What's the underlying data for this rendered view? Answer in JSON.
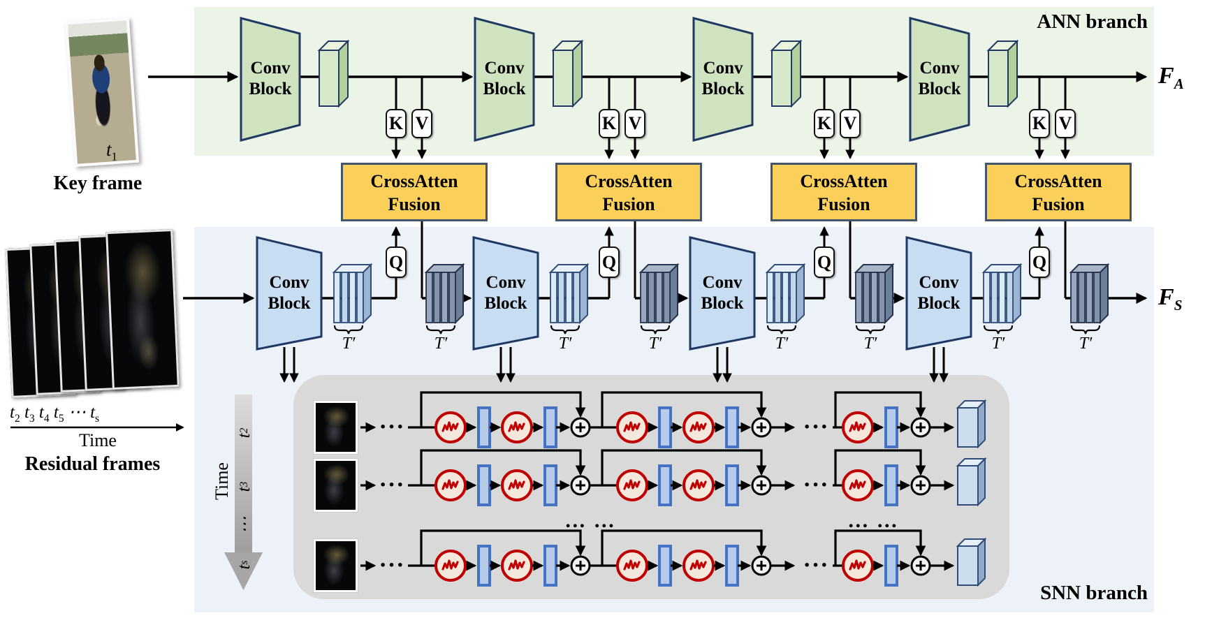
{
  "figure": {
    "ann_branch_label": "ANN branch",
    "snn_branch_label": "SNN branch",
    "key_frame_label": "Key frame",
    "key_frame_time": {
      "base": "t",
      "sub": "1"
    },
    "residual_frames_label": "Residual frames",
    "residual_time_sequence": [
      {
        "base": "t",
        "sub": "2"
      },
      {
        "base": "t",
        "sub": "3"
      },
      {
        "base": "t",
        "sub": "4"
      },
      {
        "base": "t",
        "sub": "5"
      },
      {
        "base": "⋯",
        "sub": ""
      },
      {
        "base": "t",
        "sub": "s"
      }
    ],
    "time_label_horizontal": "Time",
    "time_label_vertical": "Time",
    "snn_time_axis": [
      {
        "base": "t",
        "sub": "2"
      },
      {
        "base": "t",
        "sub": "3"
      },
      {
        "base": "⋯",
        "sub": ""
      },
      {
        "base": "t",
        "sub": "s"
      }
    ],
    "stage_labels": {
      "conv_line1": "Conv",
      "conv_line2": "Block",
      "fusion_line1": "CrossAtten",
      "fusion_line2": "Fusion",
      "key": "K",
      "value": "V",
      "query": "Q",
      "t_prime": "T′"
    },
    "outputs": {
      "ann": {
        "base": "F",
        "sub": "A"
      },
      "snn": {
        "base": "F",
        "sub": "S"
      }
    },
    "ellipsis": {
      "row_dots": "···",
      "mid_dots": "… …"
    },
    "structure": {
      "num_stages": 4,
      "num_snn_rows_shown": 3,
      "residual_blocks_per_row": 3
    },
    "colors": {
      "ann_band": "#ecf3e7",
      "snn_band": "#edf1f8",
      "gray_box": "#d9d9d9",
      "ann_conv_fill": "#cfe3c0",
      "snn_conv_fill": "#c8ddf1",
      "conv_border": "#1f3864",
      "fusion_fill": "#fbd05a",
      "fusion_border": "#44546a",
      "neuron_stroke": "#c00000",
      "neuron_fill": "#f4e8dd",
      "layer_fill": "#b6cbe9",
      "layer_border": "#4472c4",
      "line": "#000000"
    }
  }
}
